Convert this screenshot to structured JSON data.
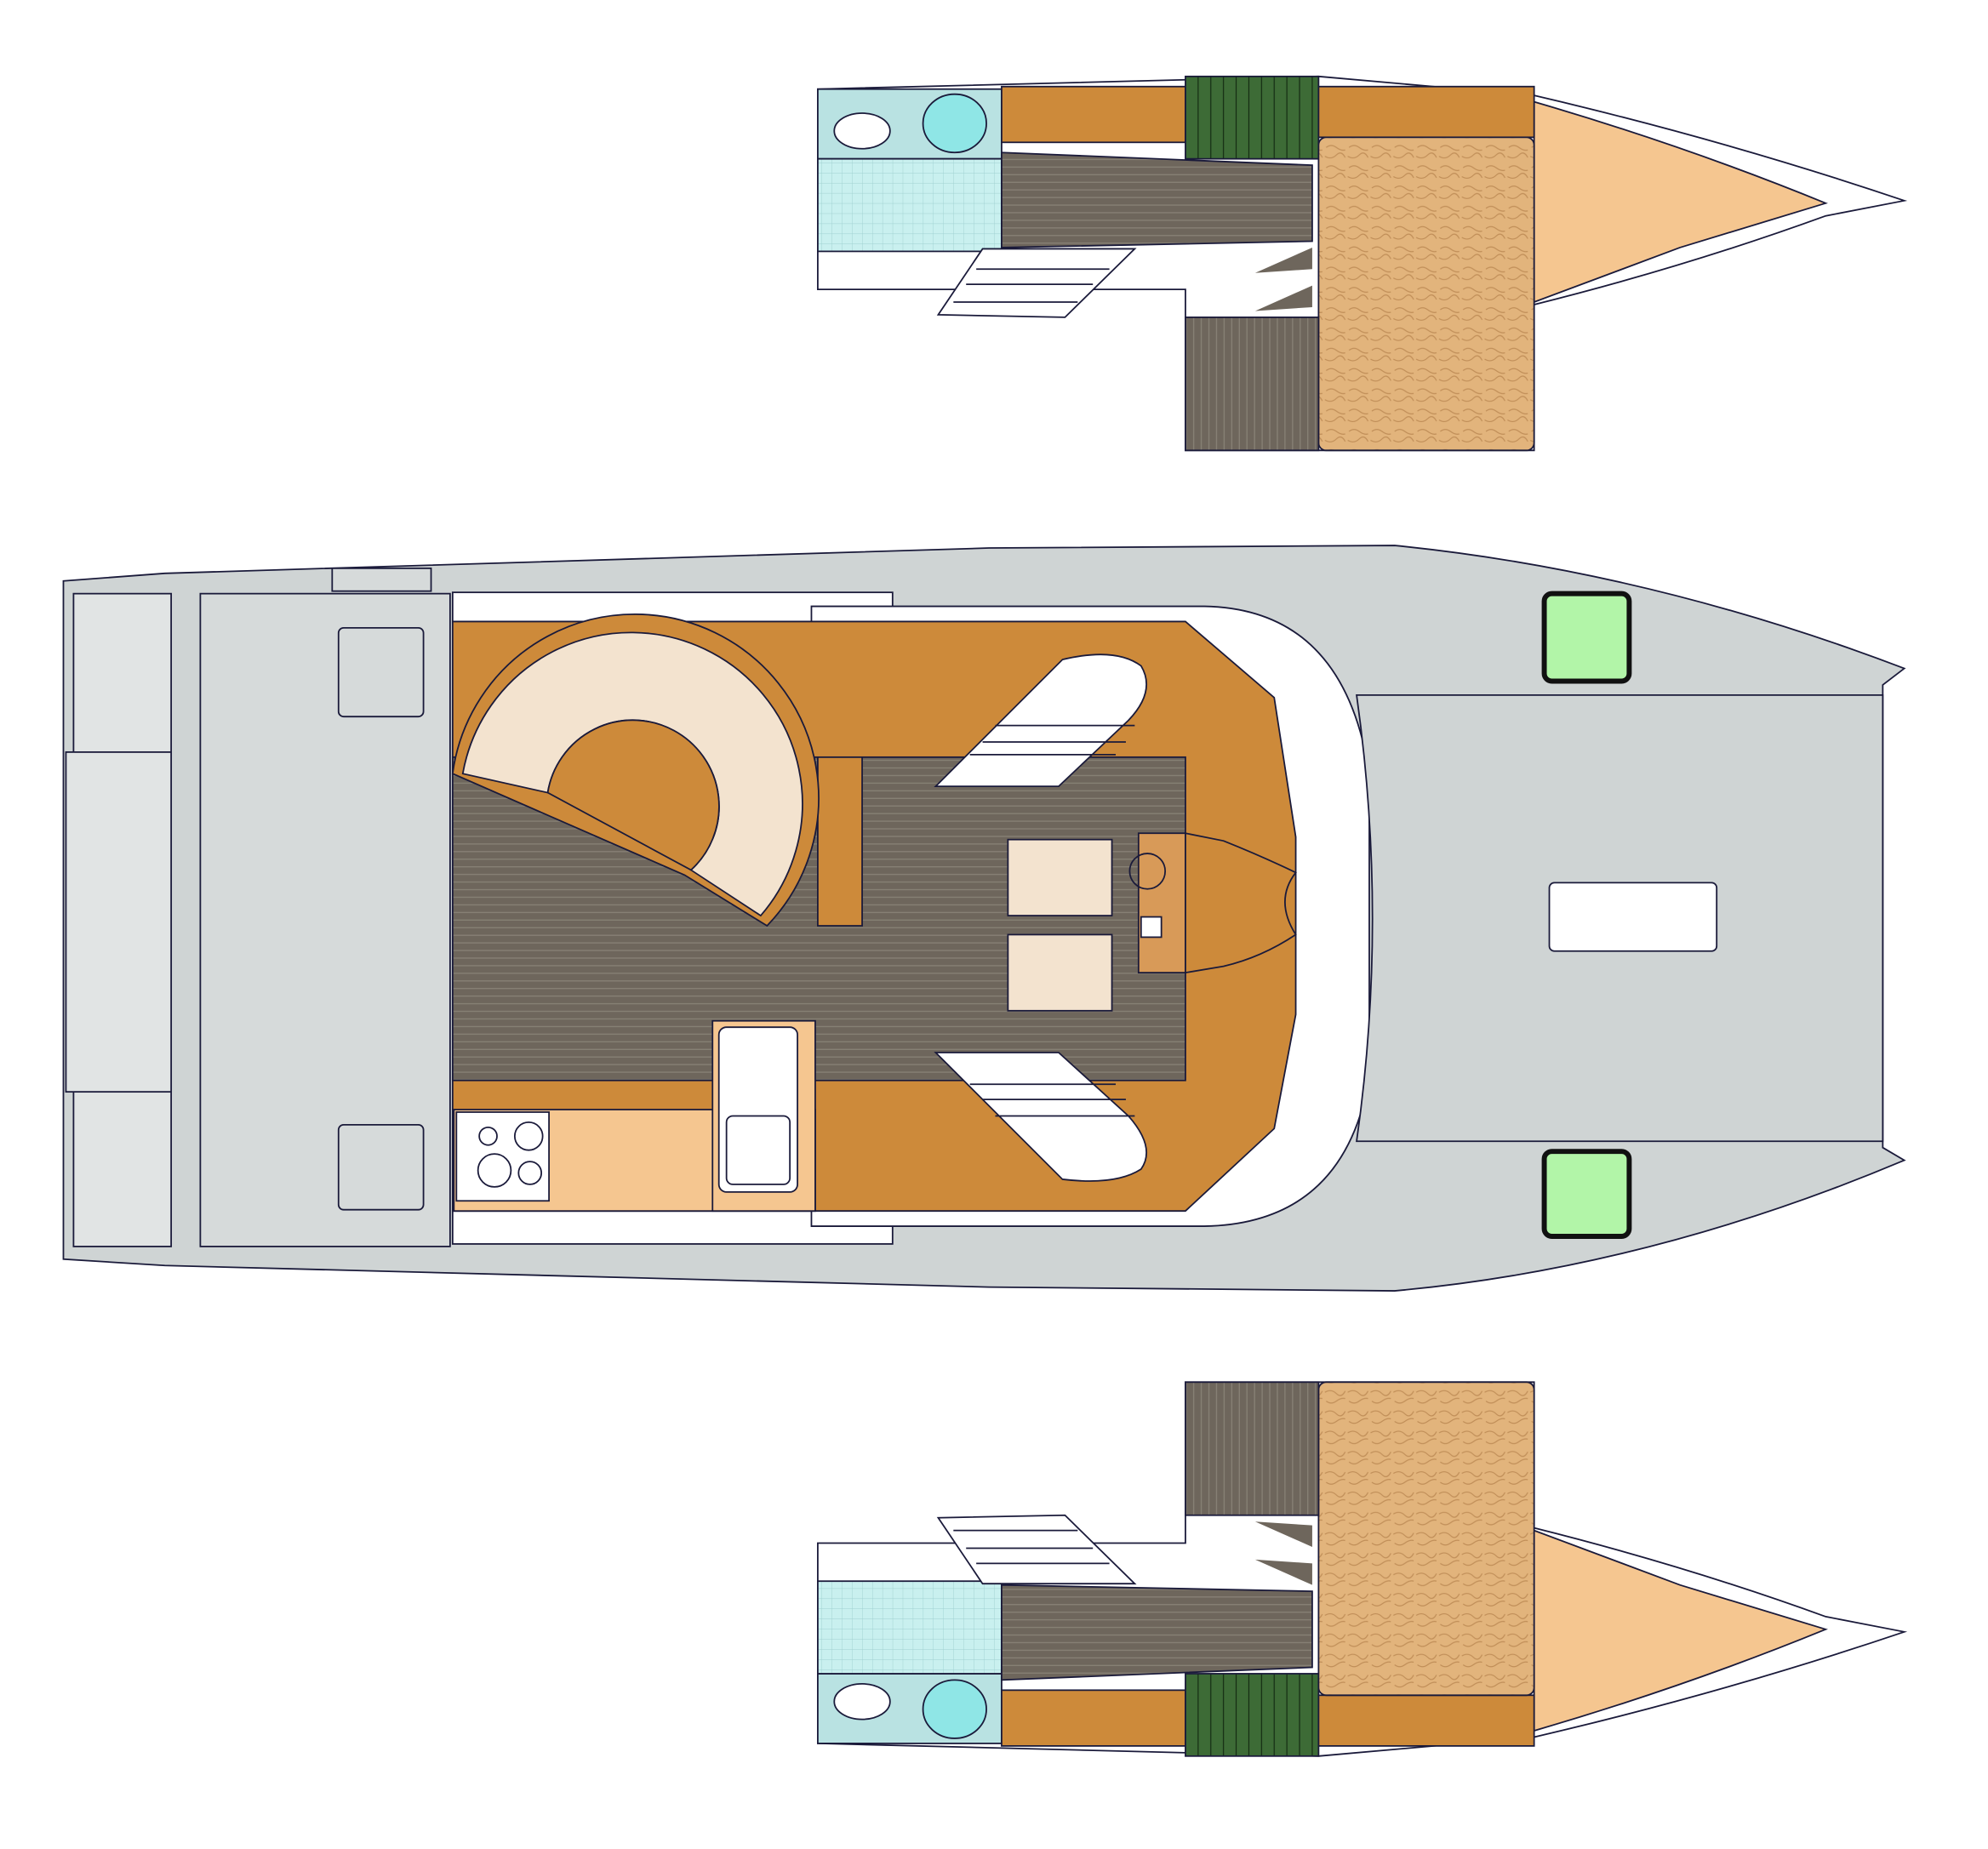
{
  "plan": {
    "views": [
      "starboard-hull",
      "main-deck",
      "port-hull"
    ],
    "colors": {
      "deck_gray": "#cfd4d4",
      "deck_light": "#e1e4e4",
      "cockpit_orange": "#cd8a3a",
      "teak": "#6e665c",
      "peach": "#f5c690",
      "cushion": "#f3e3cf",
      "hatch_green": "#b2f5a8",
      "grating_green": "#3d6b36",
      "bed_texture": "#e2b47c",
      "head_cyan": "#b9e2e2",
      "shower_tile": "#c9f0ef"
    }
  }
}
